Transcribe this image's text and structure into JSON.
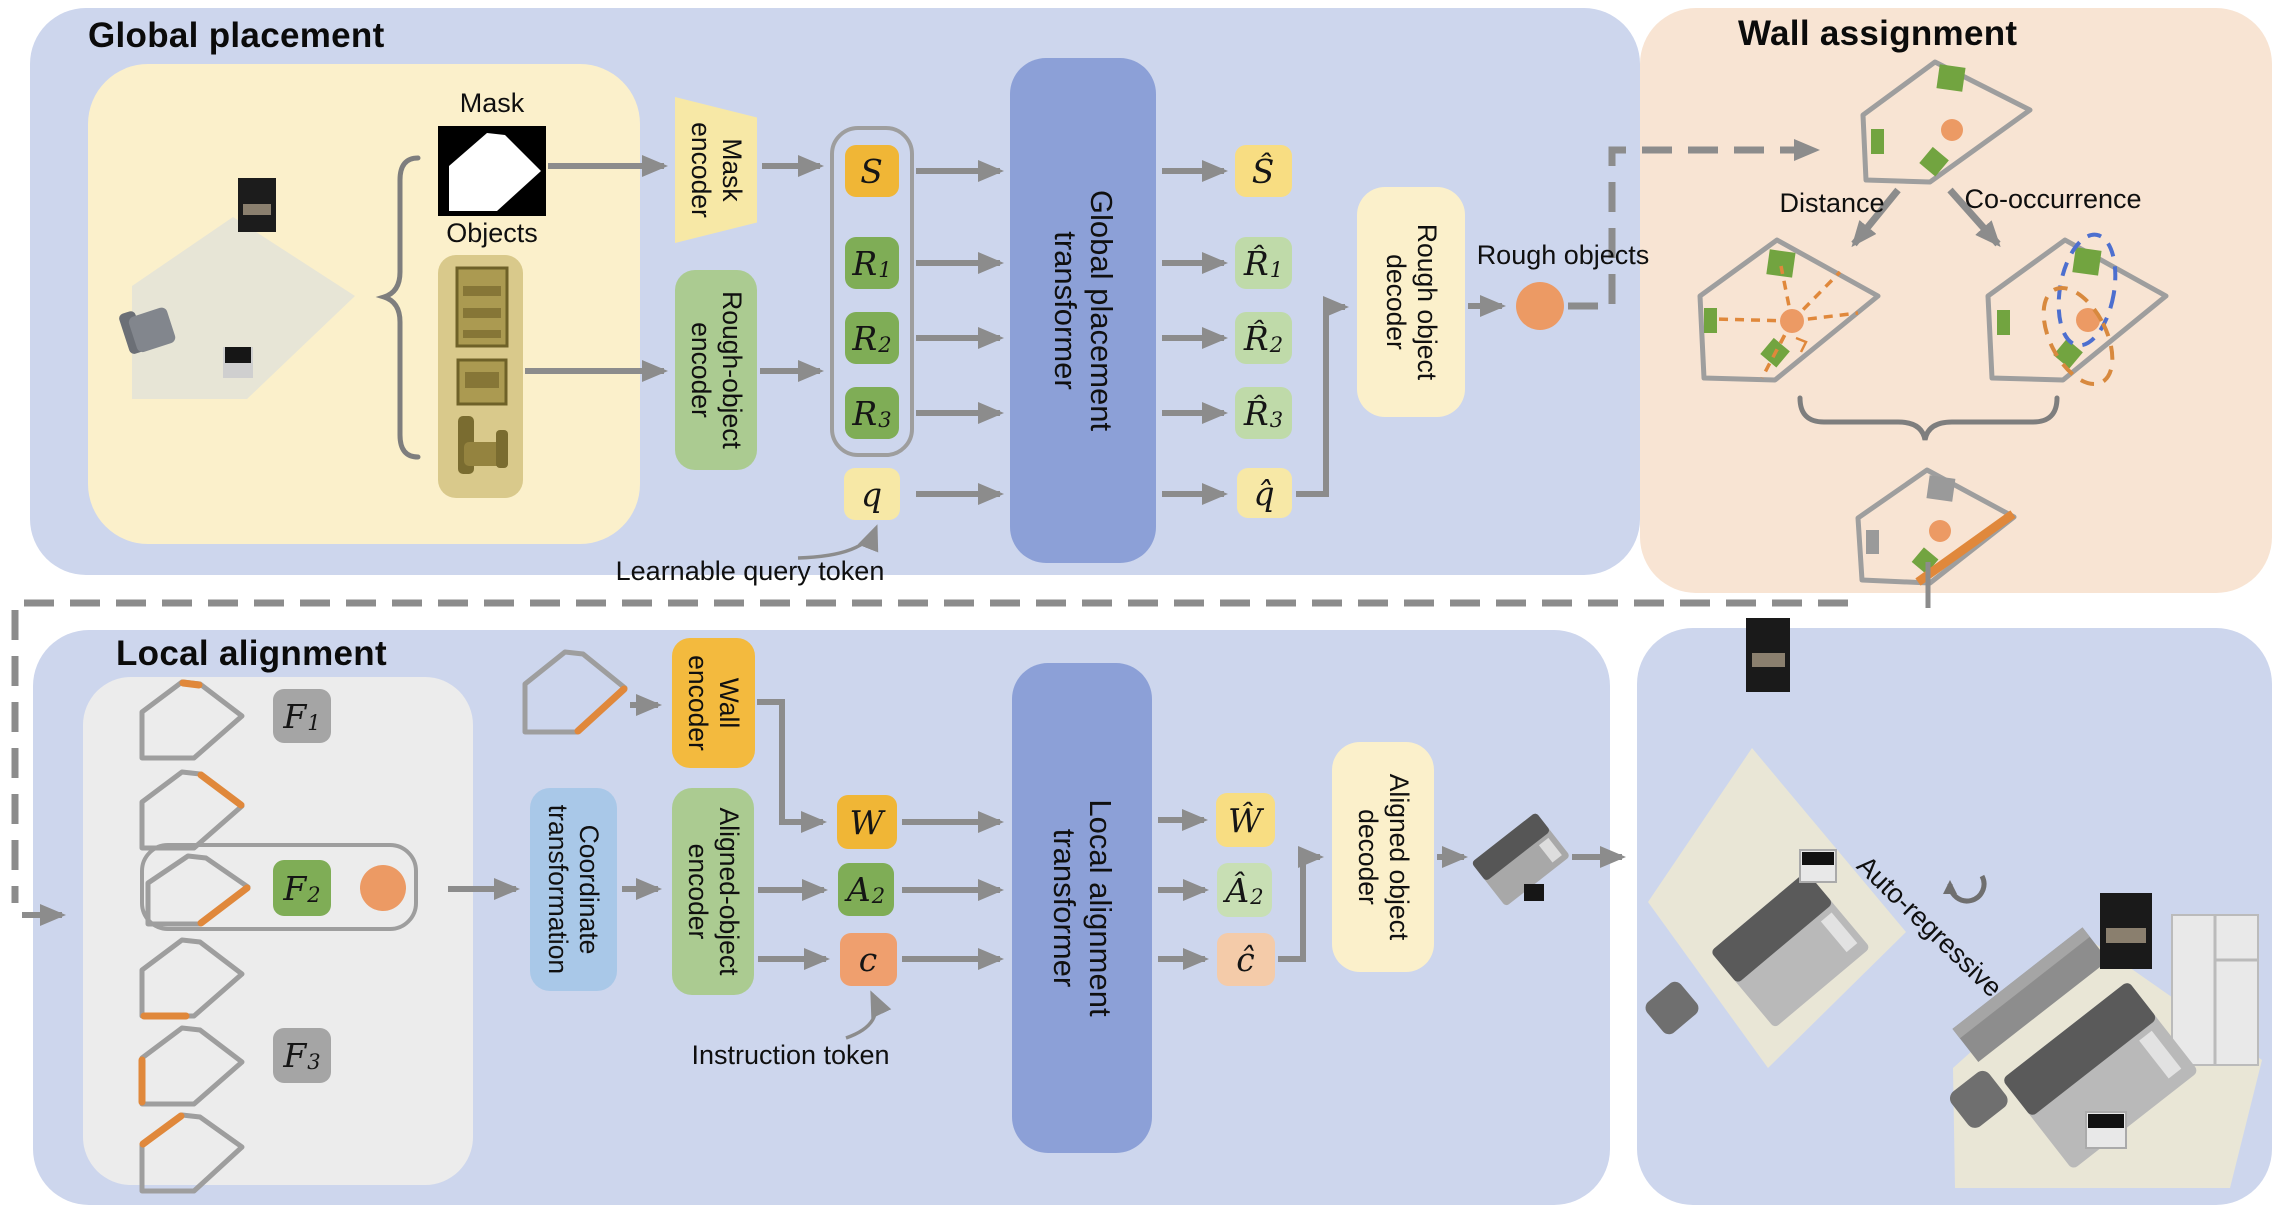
{
  "global_placement": {
    "title": "Global placement",
    "mask_label": "Mask",
    "objects_label": "Objects",
    "learnable_query_label": "Learnable query token",
    "rough_objects_label": "Rough objects",
    "mask_encoder": {
      "line1": "Mask",
      "line2": "encoder"
    },
    "rough_object_encoder": {
      "line1": "Rough-object",
      "line2": "encoder"
    },
    "transformer": {
      "line1": "Global placement",
      "line2": "transformer"
    },
    "rough_object_decoder": {
      "line1": "Rough object",
      "line2": "decoder"
    },
    "tokens": {
      "S": {
        "base": "S",
        "sub": ""
      },
      "R1": {
        "base": "R",
        "sub": "1"
      },
      "R2": {
        "base": "R",
        "sub": "2"
      },
      "R3": {
        "base": "R",
        "sub": "3"
      },
      "q": {
        "base": "q",
        "sub": ""
      },
      "S_hat": {
        "base": "Ŝ",
        "sub": ""
      },
      "R1_hat": {
        "base": "R̂",
        "sub": "1"
      },
      "R2_hat": {
        "base": "R̂",
        "sub": "2"
      },
      "R3_hat": {
        "base": "R̂",
        "sub": "3"
      },
      "q_hat": {
        "base": "q̂",
        "sub": ""
      }
    }
  },
  "wall_assignment": {
    "title": "Wall assignment",
    "distance_label": "Distance",
    "cooccurrence_label": "Co-occurrence"
  },
  "local_alignment": {
    "title": "Local alignment",
    "instruction_label": "Instruction token",
    "wall_encoder": {
      "line1": "Wall",
      "line2": "encoder"
    },
    "coordinate_transformation": {
      "line1": "Coordinate",
      "line2": "transformation"
    },
    "aligned_object_encoder": {
      "line1": "Aligned-object",
      "line2": "encoder"
    },
    "transformer": {
      "line1": "Local alignment",
      "line2": "transformer"
    },
    "aligned_object_decoder": {
      "line1": "Aligned object",
      "line2": "decoder"
    },
    "tokens": {
      "F1": {
        "base": "F",
        "sub": "1"
      },
      "F2": {
        "base": "F",
        "sub": "2"
      },
      "F3": {
        "base": "F",
        "sub": "3"
      },
      "W": {
        "base": "W",
        "sub": ""
      },
      "A2": {
        "base": "A",
        "sub": "2"
      },
      "c": {
        "base": "c",
        "sub": ""
      },
      "W_hat": {
        "base": "Ŵ",
        "sub": ""
      },
      "A2_hat": {
        "base": "Â",
        "sub": "2"
      },
      "c_hat": {
        "base": "ĉ",
        "sub": ""
      }
    }
  },
  "output": {
    "auto_regressive_label": "Auto-regressive"
  },
  "colors": {
    "panel_blue": "#cdd6ed",
    "panel_peach": "#f8e4d3",
    "panel_yellow": "#fbf0cb",
    "panel_gray": "#ececec",
    "objects_tan": "#d9c98b",
    "transformer_blue": "#8ca0d7",
    "encoder_green": "#abcb91",
    "coordinate_blue": "#a9c8e8",
    "token_yellow_strong": "#f0b636",
    "token_yellow_pale": "#f7e8a6",
    "token_yellow_light": "#f8dd82",
    "token_green": "#7fad56",
    "token_green_light": "#bfdaa9",
    "token_salmon": "#ef9f6e",
    "token_salmon_light": "#f4cba9",
    "decoder_yellow": "#fbf0cb",
    "wall_encoder_yellow": "#f3ba3e",
    "accent_orange_circle": "#ec9a64",
    "wall_highlight_orange": "#e0883b",
    "object_green": "#72a440",
    "arrow_gray": "#8c8c8c",
    "outline_gray": "#9e9e9e",
    "gray_token_box": "#a5a5a5",
    "ellipse_blue": "#4d6fcf",
    "ellipse_orange": "#d8893e"
  }
}
